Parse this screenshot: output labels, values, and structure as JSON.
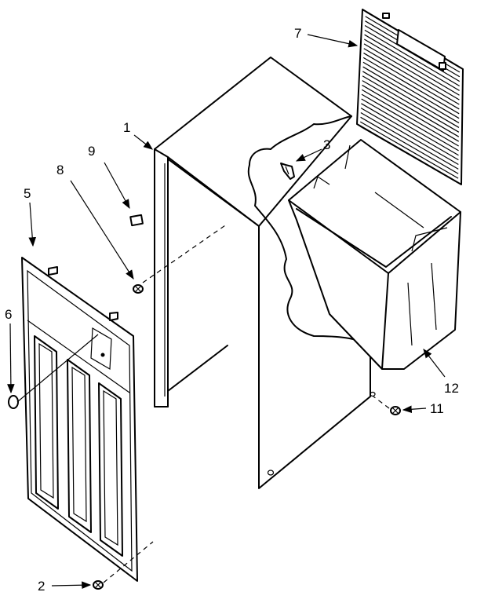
{
  "diagram": {
    "callouts": [
      {
        "id": "c1",
        "text": "1"
      },
      {
        "id": "c2",
        "text": "2"
      },
      {
        "id": "c3",
        "text": "3"
      },
      {
        "id": "c5",
        "text": "5"
      },
      {
        "id": "c6",
        "text": "6"
      },
      {
        "id": "c7",
        "text": "7"
      },
      {
        "id": "c8",
        "text": "8"
      },
      {
        "id": "c9",
        "text": "9"
      },
      {
        "id": "c11",
        "text": "11"
      },
      {
        "id": "c12",
        "text": "12"
      }
    ]
  }
}
